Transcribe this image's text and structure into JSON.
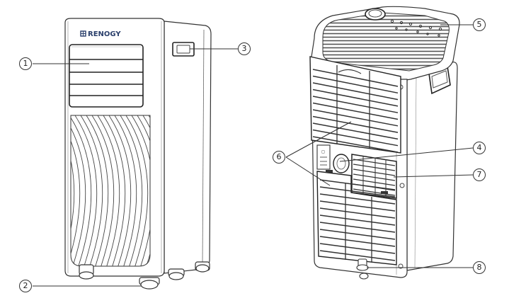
{
  "brand": {
    "logo_text": "RENOGY",
    "logo_color": "#2a3f6b"
  },
  "callouts": [
    {
      "id": "1",
      "label": "1"
    },
    {
      "id": "2",
      "label": "2"
    },
    {
      "id": "3",
      "label": "3"
    },
    {
      "id": "4",
      "label": "4"
    },
    {
      "id": "5",
      "label": "5"
    },
    {
      "id": "6",
      "label": "6"
    },
    {
      "id": "7",
      "label": "7"
    },
    {
      "id": "8",
      "label": "8"
    }
  ],
  "line_color": "#333333"
}
